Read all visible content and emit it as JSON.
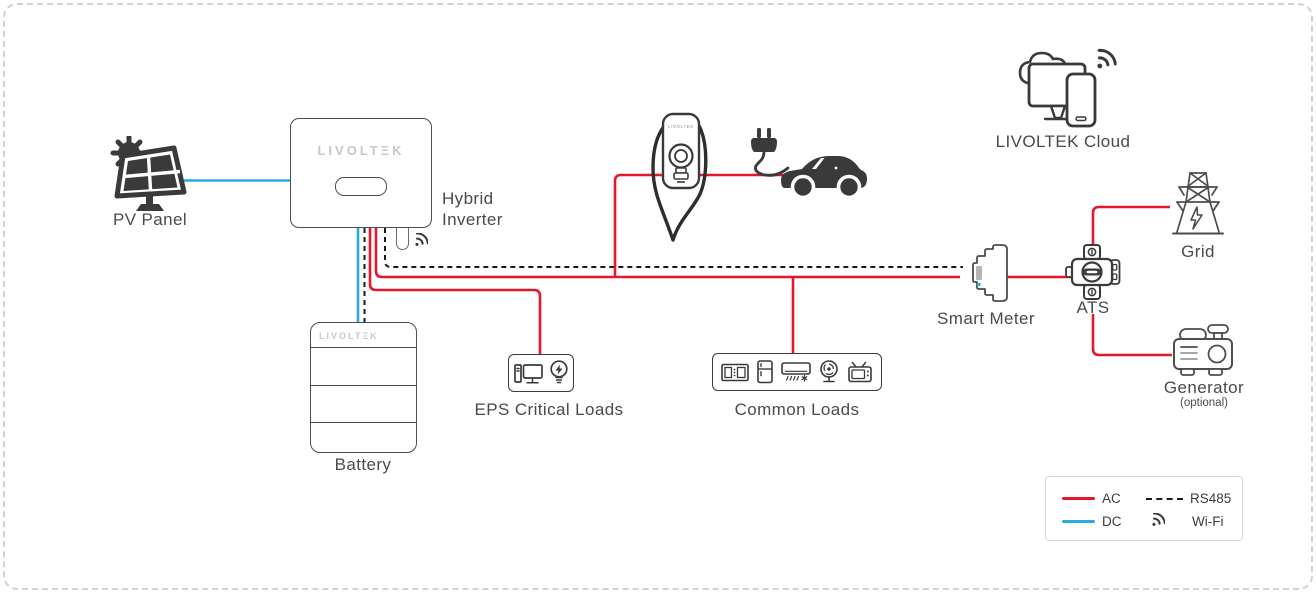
{
  "colors": {
    "ac": "#e5172d",
    "dc": "#29abe2",
    "rs485": "#1a1a1a",
    "icon_dark": "#3a3a3a",
    "label_text": "#4a4a4a",
    "brand_gray": "#c8c8c8"
  },
  "nodes": {
    "pv": {
      "label": "PV Panel"
    },
    "inverter": {
      "brand": "LIVOLTΞK",
      "label1": "Hybrid",
      "label2": "Inverter"
    },
    "battery": {
      "brand": "LIVOLTΞK",
      "label": "Battery"
    },
    "eps": {
      "label": "EPS Critical Loads"
    },
    "common": {
      "label": "Common Loads"
    },
    "charger": {
      "brand": "LIVOLTEK"
    },
    "meter": {
      "label": "Smart Meter"
    },
    "ats": {
      "label": "ATS"
    },
    "grid": {
      "label": "Grid"
    },
    "generator": {
      "label": "Generator",
      "sublabel": "(optional)"
    },
    "cloud": {
      "label": "LIVOLTEK Cloud"
    }
  },
  "legend": {
    "ac": "AC",
    "dc": "DC",
    "rs485": "RS485",
    "wifi": "Wi-Fi"
  }
}
